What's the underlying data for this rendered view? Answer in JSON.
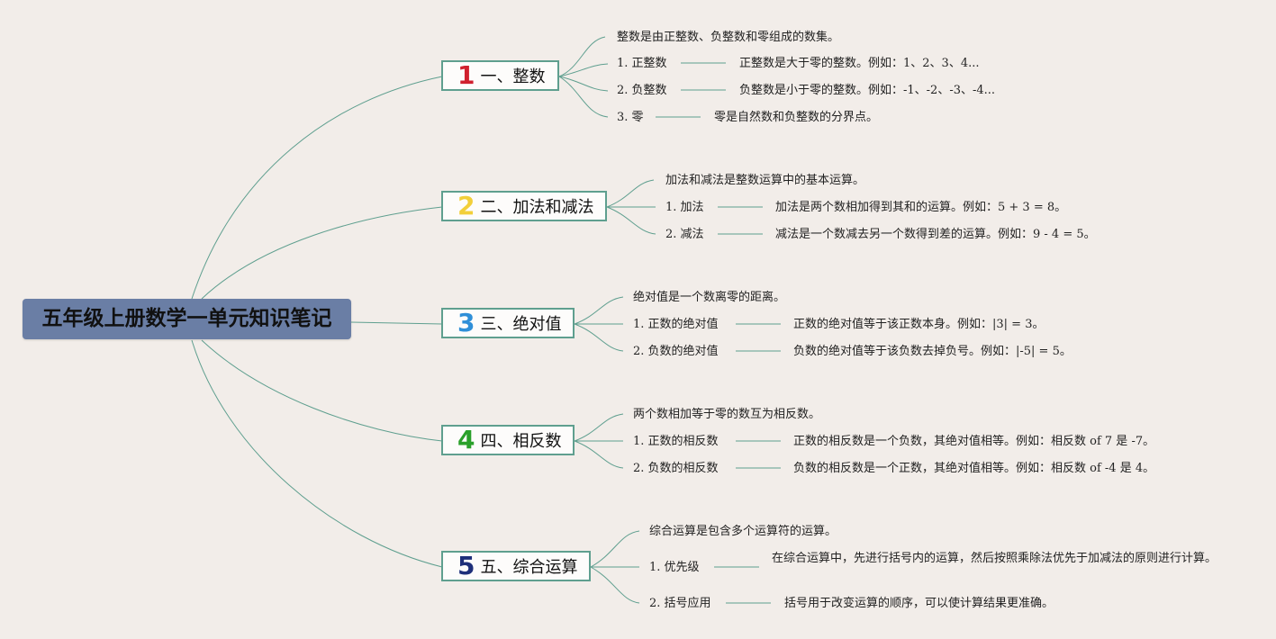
{
  "root": {
    "title": "五年级上册数学一单元知识笔记"
  },
  "colors": {
    "background": "#f2ede9",
    "root_fill": "#6a7ea5",
    "branch_border": "#5f9f8f",
    "connector": "#5f9f8f",
    "number_1": "#d0202e",
    "number_2": "#f2cf3a",
    "number_3": "#2f8fd8",
    "number_4": "#2aa02a",
    "number_5": "#1e2f7a"
  },
  "branches": [
    {
      "number": "1",
      "label": "一、整数",
      "summary": "整数是由正整数、负整数和零组成的数集。",
      "items": [
        {
          "name": "1. 正整数",
          "detail": "正整数是大于零的整数。例如：1、2、3、4..."
        },
        {
          "name": "2. 负整数",
          "detail": "负整数是小于零的整数。例如：-1、-2、-3、-4..."
        },
        {
          "name": "3. 零",
          "detail": "零是自然数和负整数的分界点。"
        }
      ]
    },
    {
      "number": "2",
      "label": "二、加法和减法",
      "summary": "加法和减法是整数运算中的基本运算。",
      "items": [
        {
          "name": "1. 加法",
          "detail": "加法是两个数相加得到其和的运算。例如：5 + 3 = 8。"
        },
        {
          "name": "2. 减法",
          "detail": "减法是一个数减去另一个数得到差的运算。例如：9 - 4 = 5。"
        }
      ]
    },
    {
      "number": "3",
      "label": "三、绝对值",
      "summary": "绝对值是一个数离零的距离。",
      "items": [
        {
          "name": "1. 正数的绝对值",
          "detail": "正数的绝对值等于该正数本身。例如：|3| = 3。"
        },
        {
          "name": "2. 负数的绝对值",
          "detail": "负数的绝对值等于该负数去掉负号。例如：|-5| = 5。"
        }
      ]
    },
    {
      "number": "4",
      "label": "四、相反数",
      "summary": "两个数相加等于零的数互为相反数。",
      "items": [
        {
          "name": "1. 正数的相反数",
          "detail": "正数的相反数是一个负数，其绝对值相等。例如：相反数 of 7 是 -7。"
        },
        {
          "name": "2. 负数的相反数",
          "detail": "负数的相反数是一个正数，其绝对值相等。例如：相反数 of -4 是 4。"
        }
      ]
    },
    {
      "number": "5",
      "label": "五、综合运算",
      "summary": "综合运算是包含多个运算符的运算。",
      "items": [
        {
          "name": "1. 优先级",
          "detail": "在综合运算中，先进行括号内的运算，然后按照乘除法优先于加减法的原则进行计算。"
        },
        {
          "name": "2. 括号应用",
          "detail": "括号用于改变运算的顺序，可以使计算结果更准确。"
        }
      ]
    }
  ]
}
